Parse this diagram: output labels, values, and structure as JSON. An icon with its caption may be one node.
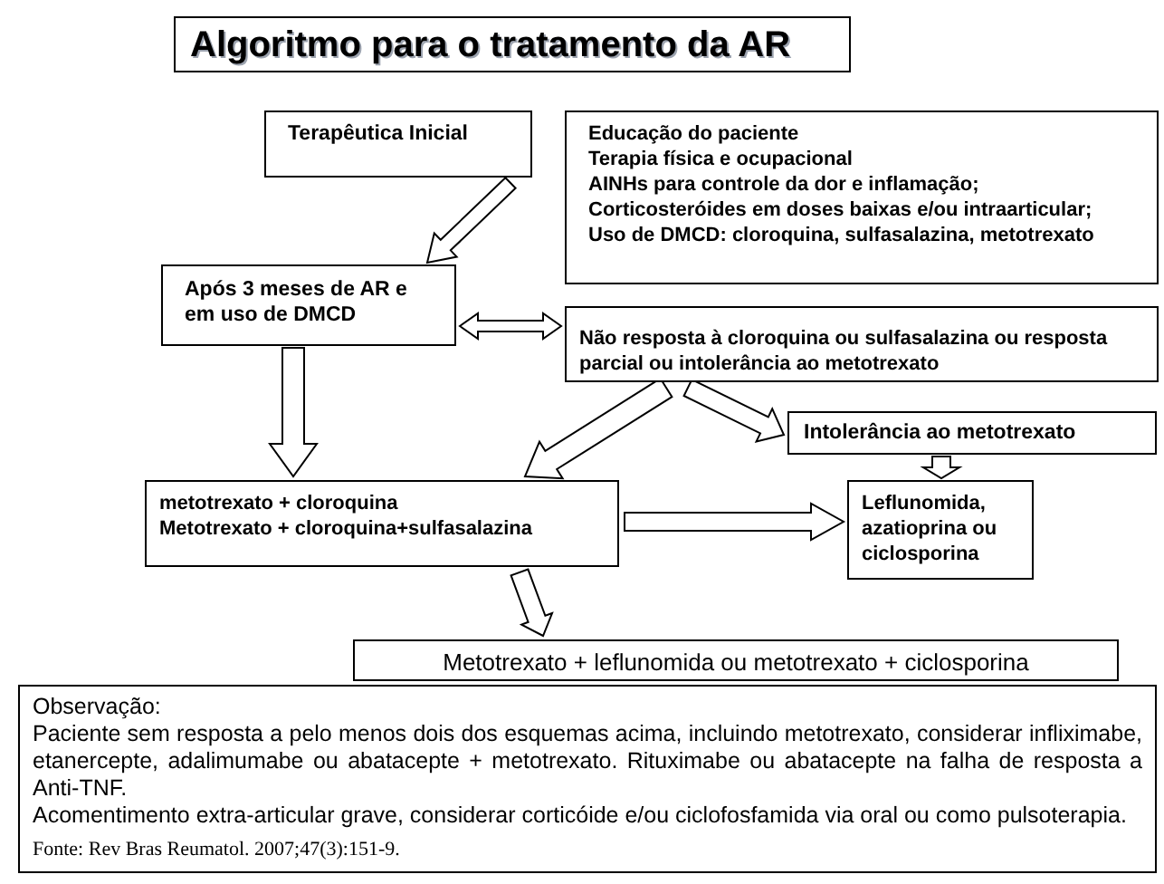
{
  "diagram": {
    "title": "Algoritmo para o tratamento da AR",
    "nodes": [
      {
        "text": [
          "Terapêutica Inicial"
        ]
      },
      {
        "text": [
          "Educação do paciente",
          "Terapia física e ocupacional",
          "AINHs para controle da dor e inflamação;",
          "Corticosteróides em doses baixas e/ou intraarticular;",
          "Uso de DMCD: cloroquina, sulfasalazina, metotrexato"
        ]
      },
      {
        "text": [
          "Após 3 meses de AR e em uso de DMCD"
        ]
      },
      {
        "text": [
          "Não resposta à cloroquina ou sulfasalazina ou resposta parcial ou intolerância ao metotrexato"
        ]
      },
      {
        "text": [
          "Intolerância ao metotrexato"
        ]
      },
      {
        "text": [
          "metotrexato + cloroquina",
          "Metotrexato + cloroquina+sulfasalazina"
        ]
      },
      {
        "text": [
          "Leflunomida, azatioprina ou ciclosporina"
        ]
      },
      {
        "text": [
          "Metotrexato + leflunomida ou metotrexato + ciclosporina"
        ]
      },
      {
        "text": [
          "Observação:",
          "Paciente sem resposta a pelo menos dois dos esquemas acima, incluindo metotrexato, considerar infliximabe, etanercepte, adalimumabe ou abatacepte + metotrexato. Rituximabe ou abatacepte na falha de resposta a Anti-TNF.",
          "Acomentimento extra-articular grave, considerar corticóide e/ou ciclofosfamida via oral ou como pulsoterapia.",
          "Fonte: Rev Bras Reumatol. 2007;47(3):151-9."
        ]
      }
    ],
    "edges": [
      {
        "from": 0,
        "to": 2,
        "arrow": "to"
      },
      {
        "from": 2,
        "to": 3,
        "arrow": "both"
      },
      {
        "from": 2,
        "to": 5,
        "arrow": "to"
      },
      {
        "from": 3,
        "to": 5,
        "arrow": "to"
      },
      {
        "from": 3,
        "to": 4,
        "arrow": "to"
      },
      {
        "from": 4,
        "to": 6,
        "arrow": "to"
      },
      {
        "from": 5,
        "to": 6,
        "arrow": "to"
      },
      {
        "from": 5,
        "to": 7,
        "arrow": "to"
      }
    ]
  }
}
